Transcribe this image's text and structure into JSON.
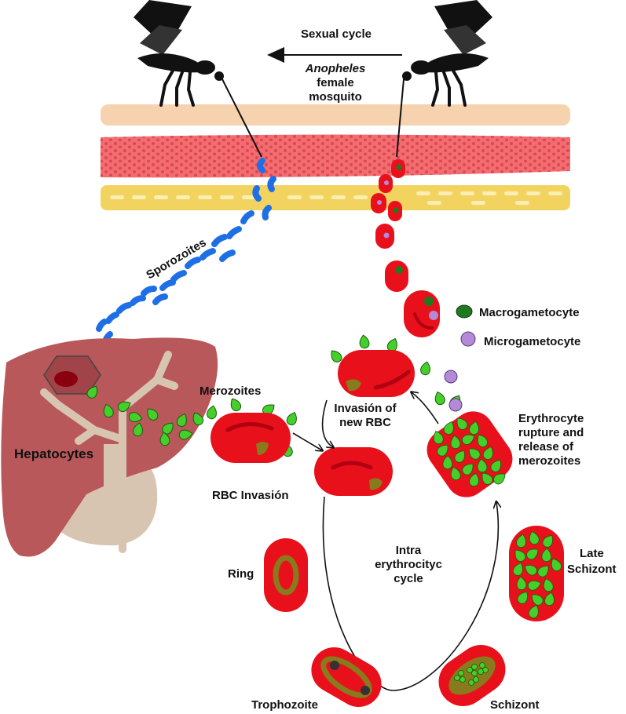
{
  "labels": {
    "sexual_cycle": "Sexual cycle",
    "anopheles": "Anopheles",
    "female": "female",
    "mosquito": "mosquito",
    "sporozoites": "Sporozoites",
    "macrogametocyte": "Macrogametocyte",
    "microgametocyte": "Microgametocyte",
    "hepatocytes": "Hepatocytes",
    "merozoites": "Merozoites",
    "invasion_new_rbc_1": "Invasión of",
    "invasion_new_rbc_2": "new RBC",
    "rupture_1": "Erythrocyte",
    "rupture_2": "rupture and",
    "rupture_3": "release of",
    "rupture_4": "merozoites",
    "rbc_invasion": "RBC Invasión",
    "intra_1": "Intra",
    "intra_2": "erythrocityc",
    "intra_3": "cycle",
    "ring": "Ring",
    "late_1": "Late",
    "late_2": "Schizont",
    "trophozoite": "Trophozoite",
    "schizont": "Schizont"
  },
  "colors": {
    "rbc": "#e8101a",
    "rbc_groove": "#b00012",
    "merozoite": "#45cf2a",
    "sporozoite": "#1e6fe6",
    "macrogametocyte": "#1f7a1f",
    "microgametocyte": "#b48ad6",
    "parasite": "#8a7a1e",
    "liver": "#b8585a",
    "skin": "#f6d2ae",
    "dermis": "#f26d72",
    "fat": "#f2d35f"
  }
}
